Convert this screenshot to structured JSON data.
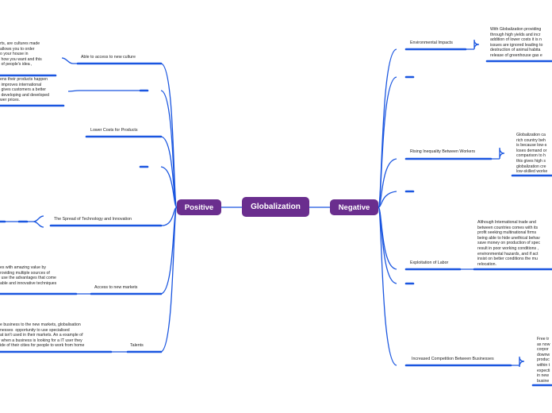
{
  "center": "Globalization",
  "positive": {
    "label": "Positive",
    "branches": [
      {
        "label": "Able to access to new culture",
        "note": "rts, are cultures made\nallows you to order\no your house in\n how you want and this\n of people's idea ,"
      },
      {
        "label": "",
        "note": "ens their products happen\n improves international\n gives customers a better\n developing and developed\nwer prices."
      },
      {
        "label": "Lower Costs for Products",
        "note": ""
      },
      {
        "label": "",
        "note": ""
      },
      {
        "label": "The Spread of Technology and Innovation",
        "note": ""
      },
      {
        "label": "Access to new markets",
        "note": "es with amazing value by\nroviding multiple sources of\n use the advantages that come\nable and innovative techniques"
      },
      {
        "label": "Talents",
        "note": "e business to the new markets, globalisation\nnesses  opportunity to use specialised\nat isn't used in their markets. An a example of\n when a business is looking for a IT user they\nide of their cities for people to work from home"
      }
    ]
  },
  "negative": {
    "label": "Negative",
    "branches": [
      {
        "label": "Environmental Impacts",
        "note": "With Globalization providing\nthrough high yields and incr\naddition of lower costs it is n\nissues are ignored leading to\ndestruction of animal habita\nrelease of greenhouse gas e"
      },
      {
        "label": "",
        "note": ""
      },
      {
        "label": "Rising Inequality Between Workers",
        "note": "Globalization ca\nrich country beh\nis because low-s\nloses demand or\ncomparison to h\nthis gives high s\nglobalization cre\nlow-skilled worke"
      },
      {
        "label": "",
        "note": ""
      },
      {
        "label": "Exploitation of Labor",
        "note": "Although International trade and\nbetween countries comes with its\nprofit seeking multinational firms\nbeing able to hide unethical behav\nsave money on production of spec\nresult in poor working conditions ,\nenvironmental hazards, and if act\ninsist on better conditions the mu\nrelocation."
      },
      {
        "label": "",
        "note": ""
      },
      {
        "label": "Increased Competition Between Businesses",
        "note": "Free tr\nas now\ncorpor\ndownw\nproduc\nwithin t\nexpecti\nin new\nbusine"
      }
    ]
  },
  "colors": {
    "node": "#6a2e8e",
    "line": "#1a56e0",
    "text": "#222222"
  }
}
